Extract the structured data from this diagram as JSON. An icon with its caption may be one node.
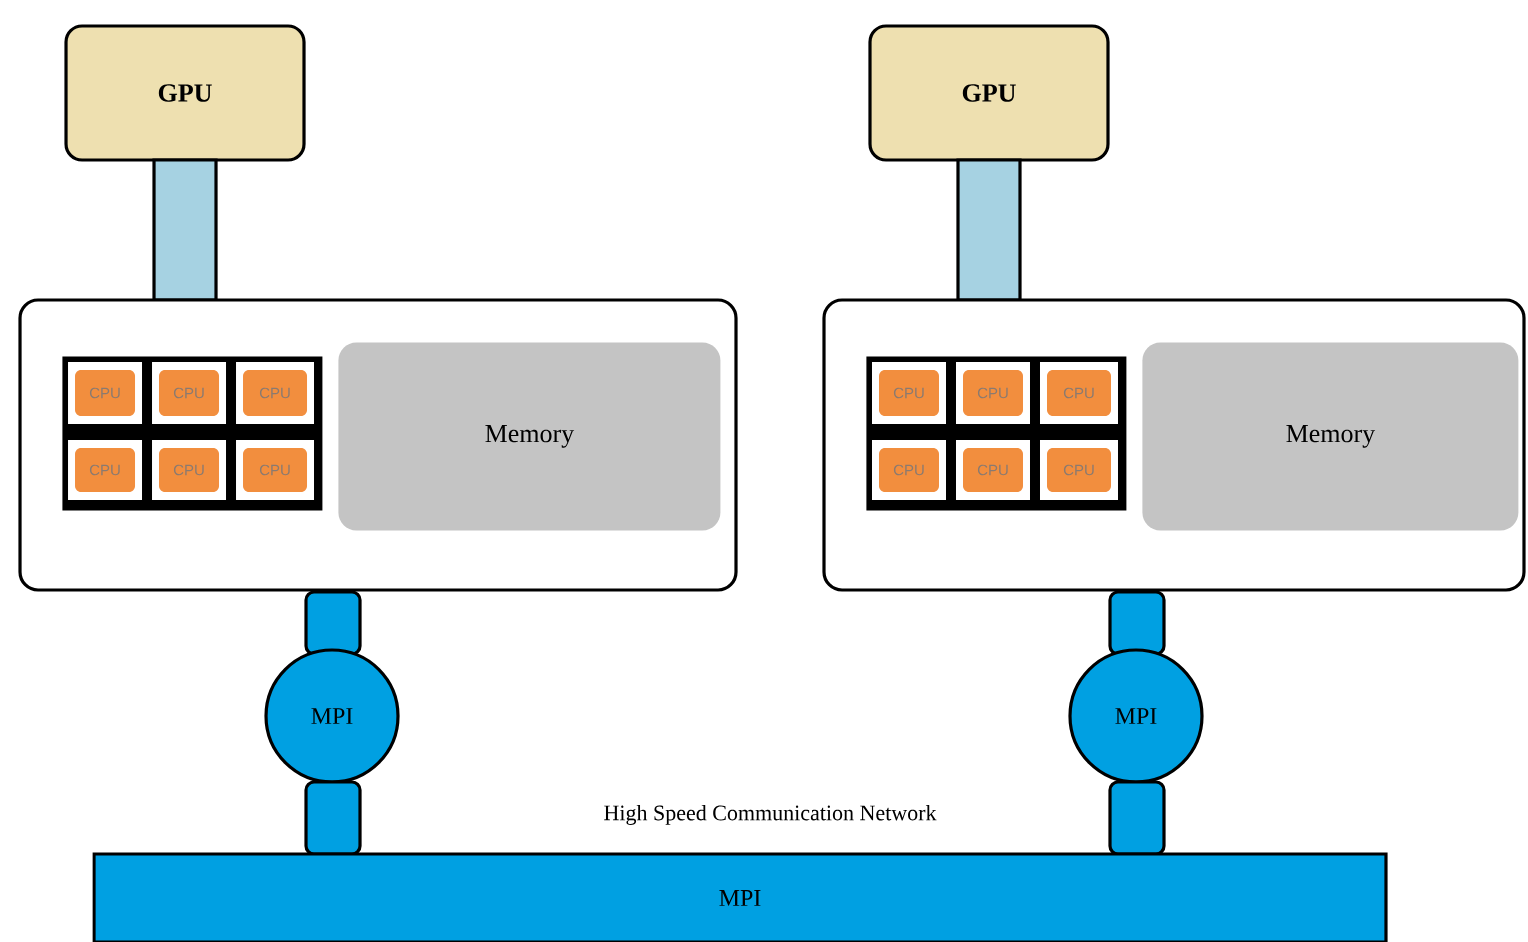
{
  "diagram": {
    "nodes": [
      {
        "text": [
          "GPU"
        ]
      },
      {
        "text": [],
        "shape": "bar"
      },
      {
        "text": [],
        "shape": "box"
      },
      {
        "text": [],
        "shape": "box",
        "in": 2
      },
      {
        "text": [
          "CPU"
        ],
        "in": 3
      },
      {
        "text": [
          "CPU"
        ],
        "in": 3
      },
      {
        "text": [
          "CPU"
        ],
        "in": 3
      },
      {
        "text": [
          "CPU"
        ],
        "in": 3
      },
      {
        "text": [
          "CPU"
        ],
        "in": 3
      },
      {
        "text": [
          "CPU"
        ],
        "in": 3
      },
      {
        "text": [
          "Memory"
        ],
        "in": 2
      },
      {
        "text": [],
        "shape": "bar"
      },
      {
        "text": [
          "MPI"
        ]
      },
      {
        "text": [],
        "shape": "bar"
      },
      {
        "text": [
          "GPU"
        ]
      },
      {
        "text": [],
        "shape": "bar"
      },
      {
        "text": [],
        "shape": "box"
      },
      {
        "text": [],
        "shape": "box",
        "in": 16
      },
      {
        "text": [
          "CPU"
        ],
        "in": 17
      },
      {
        "text": [
          "CPU"
        ],
        "in": 17
      },
      {
        "text": [
          "CPU"
        ],
        "in": 17
      },
      {
        "text": [
          "CPU"
        ],
        "in": 17
      },
      {
        "text": [
          "CPU"
        ],
        "in": 17
      },
      {
        "text": [
          "CPU"
        ],
        "in": 17
      },
      {
        "text": [
          "Memory"
        ],
        "in": 16
      },
      {
        "text": [],
        "shape": "bar"
      },
      {
        "text": [
          "MPI"
        ]
      },
      {
        "text": [],
        "shape": "bar"
      },
      {
        "text": [
          "High Speed Communication Network",
          "MPI"
        ]
      }
    ]
  }
}
